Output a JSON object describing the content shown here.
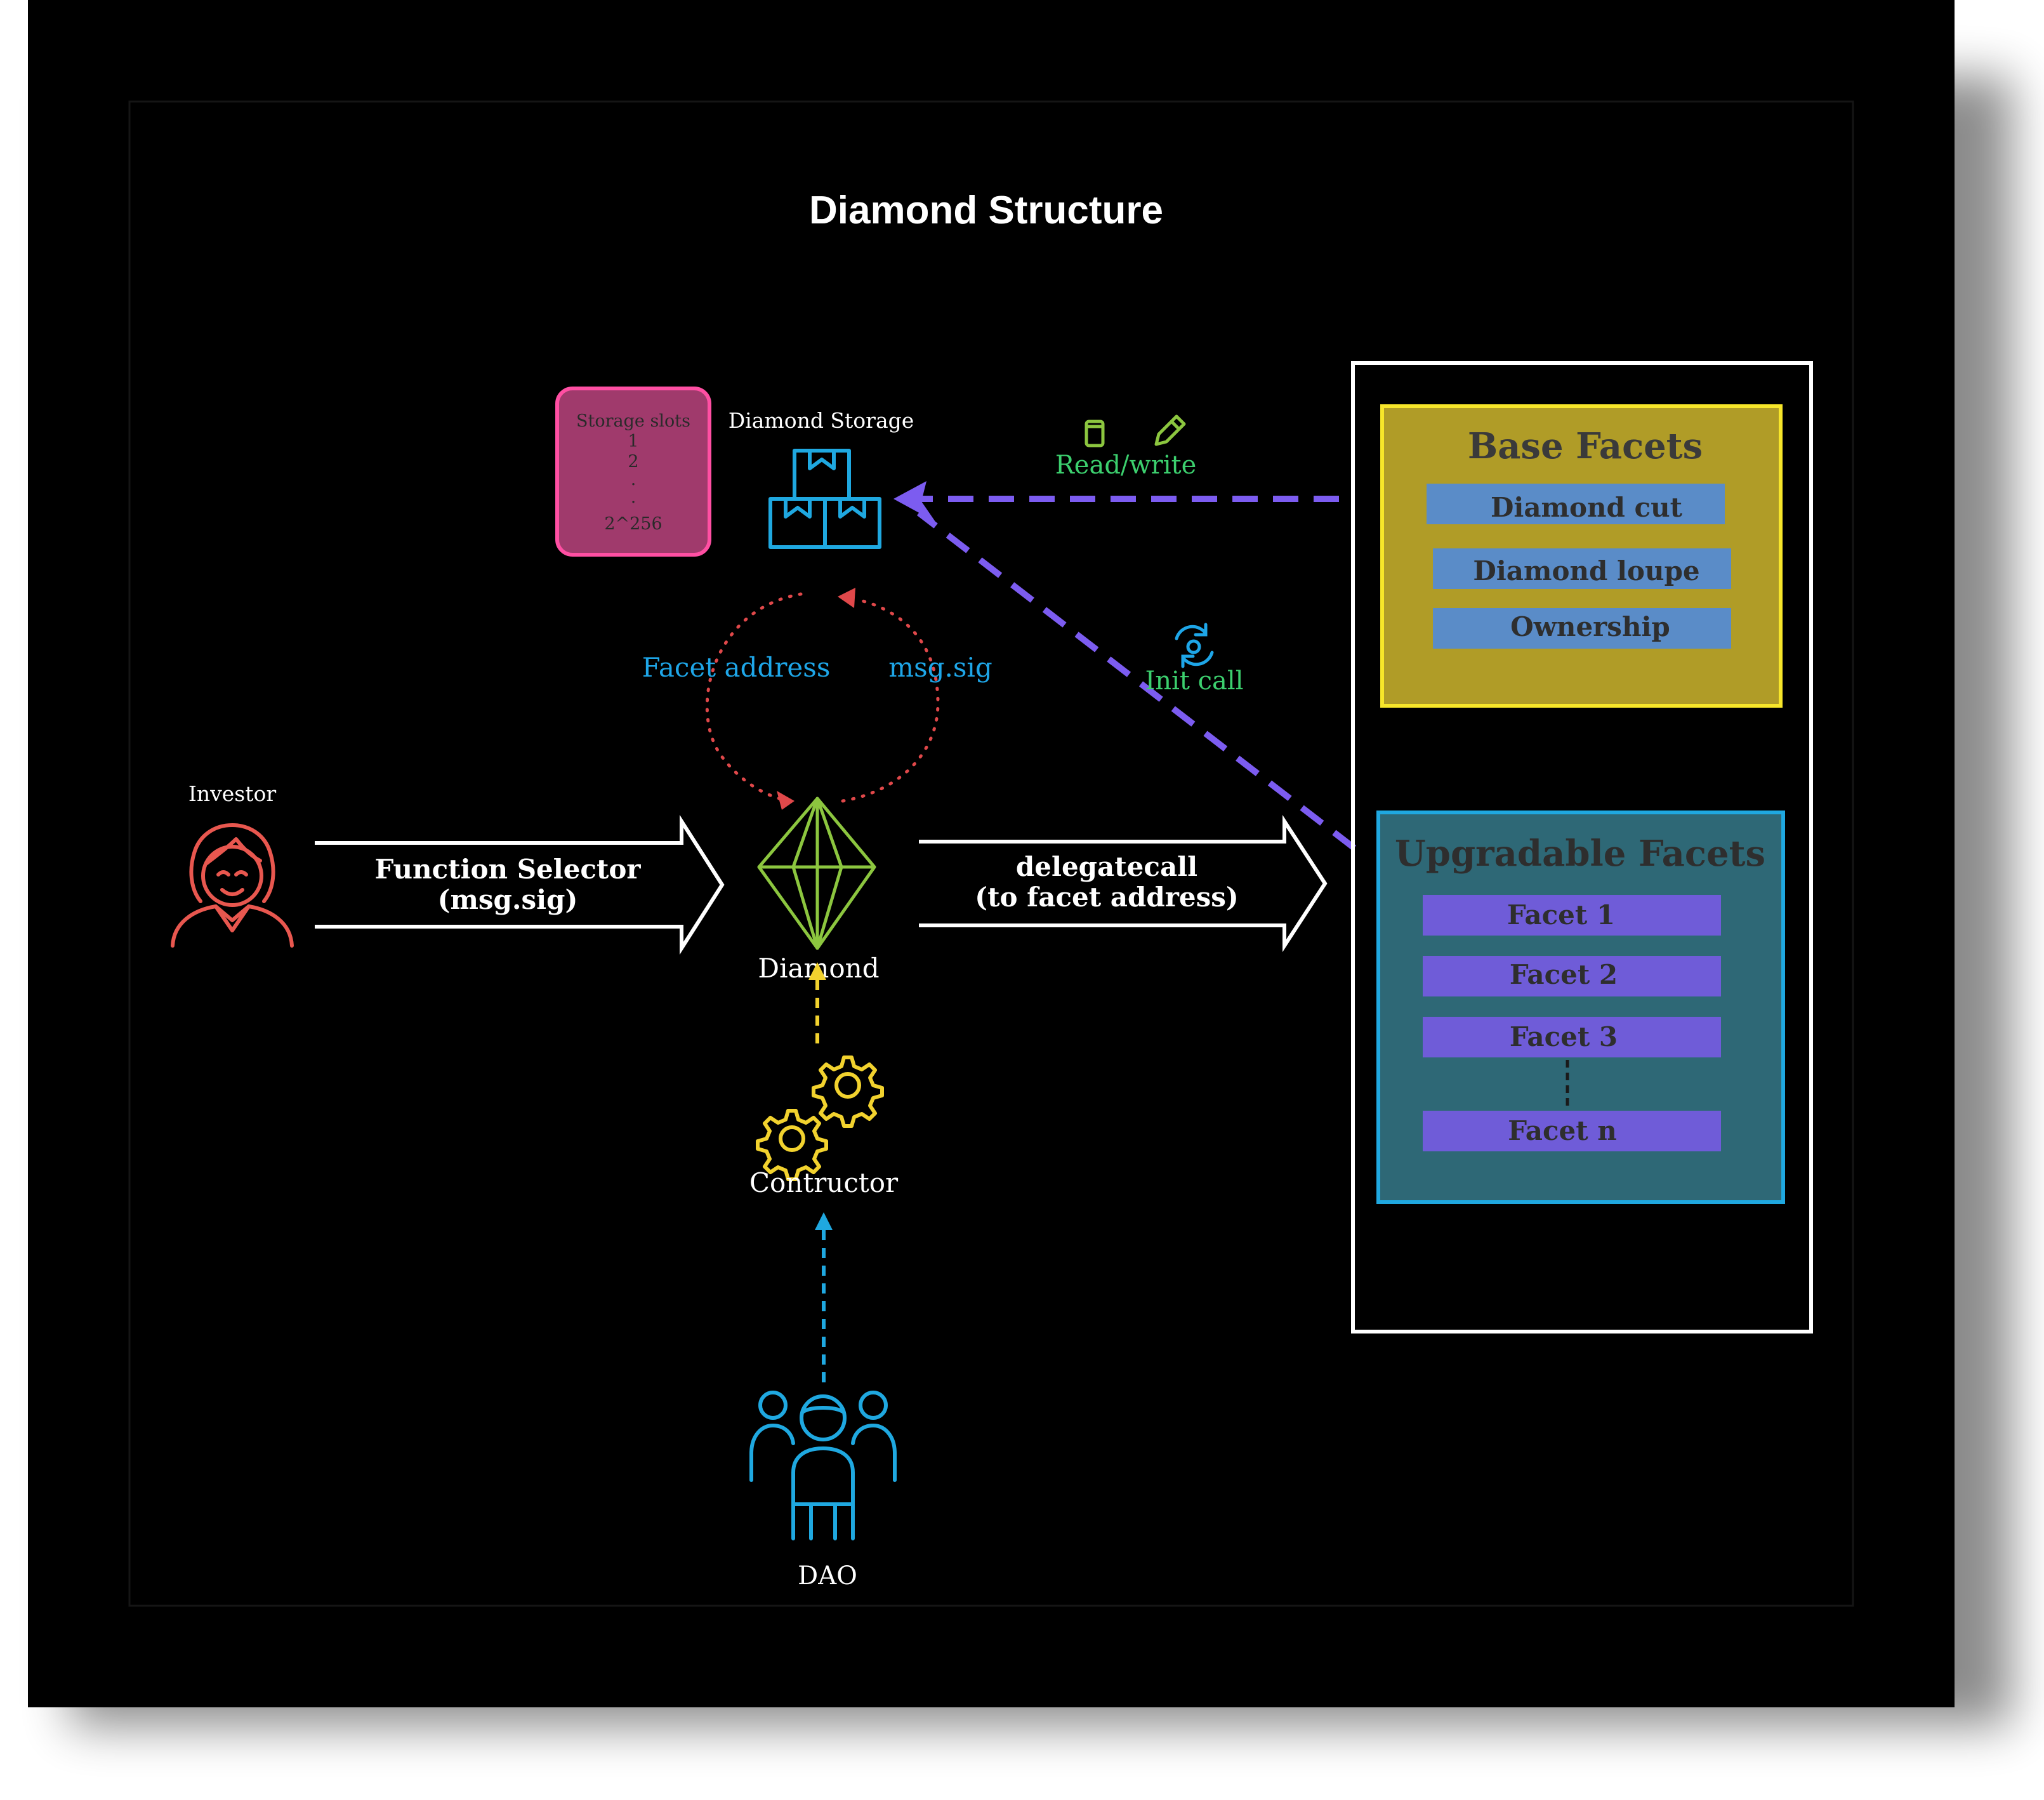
{
  "title": "Diamond Structure",
  "storage_slots": {
    "heading": "Storage slots",
    "lines": [
      "1",
      "2",
      ".",
      ".",
      "2^256"
    ]
  },
  "diamond_storage": {
    "label": "Diamond Storage"
  },
  "read_write": {
    "label": "Read/write"
  },
  "init_call": {
    "label": "Init call"
  },
  "loop": {
    "left": "Facet address",
    "right": "msg.sig"
  },
  "investor": {
    "label": "Investor"
  },
  "function_selector": {
    "line1": "Function Selector",
    "line2": "(msg.sig)"
  },
  "diamond": {
    "label": "Diamond"
  },
  "delegatecall": {
    "line1": "delegatecall",
    "line2": "(to facet address)"
  },
  "constructor": {
    "label": "Contructor"
  },
  "dao": {
    "label": "DAO"
  },
  "base_facets": {
    "title": "Base Facets",
    "items": [
      "Diamond cut",
      "Diamond loupe",
      "Ownership"
    ]
  },
  "upgradable_facets": {
    "title": "Upgradable Facets",
    "items": [
      "Facet 1",
      "Facet 2",
      "Facet 3",
      "Facet n"
    ]
  },
  "colors": {
    "canvas": "#000000",
    "investor": "#e8574f",
    "storage_box": "#a03a6c",
    "storage_border": "#ff4fa3",
    "storage_icon": "#1fa8e0",
    "purple_arrow": "#7c5cf0",
    "green_label": "#3ccf6e",
    "blue_label": "#1ea6e8",
    "loop_dots": "#e0484a",
    "diamond": "#8cc63f",
    "gear": "#f2d22e",
    "dao": "#1fa8e0",
    "base_facets_bg": "#b09c27",
    "base_facets_border": "#f7e62a",
    "base_item": "#5a8cc8",
    "upgradable_bg": "#2e6876",
    "upgradable_border": "#1fa8e0",
    "facet_item": "#6f5cd8"
  }
}
